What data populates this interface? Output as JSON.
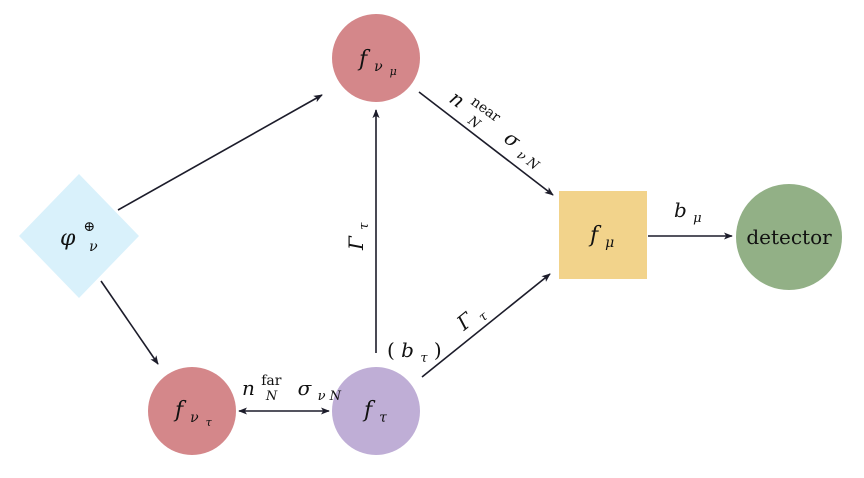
{
  "colors": {
    "flux_node": "#d9f1fb",
    "f_nu_mu": "#d4878a",
    "f_nu_tau": "#d4878a",
    "f_tau": "#bfaed6",
    "f_mu": "#f2d38b",
    "detector": "#92b086",
    "arrow": "#1c1c2a"
  },
  "nodes": {
    "phi": {
      "base": "φ",
      "sup": "⊕",
      "sub": "ν",
      "shape": "diamond"
    },
    "f_nu_mu": {
      "base": "f",
      "sub": "ν",
      "subsub": "μ",
      "shape": "circle"
    },
    "f_nu_tau": {
      "base": "f",
      "sub": "ν",
      "subsub": "τ",
      "shape": "circle"
    },
    "f_tau": {
      "base": "f",
      "sub": "τ",
      "shape": "circle"
    },
    "f_mu": {
      "base": "f",
      "sub": "μ",
      "shape": "square"
    },
    "detector": {
      "label": "detector",
      "shape": "circle"
    }
  },
  "edges": {
    "near": {
      "n": "n",
      "n_sup": "near",
      "n_sub": "N",
      "sigma": "σ",
      "sigma_sub": "ν N"
    },
    "far": {
      "n": "n",
      "n_sup": "far",
      "n_sub": "N",
      "sigma": "σ",
      "sigma_sub": "ν N"
    },
    "gamma_vertical": {
      "base": "Γ",
      "sub": "τ"
    },
    "gamma_diagonal": {
      "base": "Γ",
      "sub": "τ"
    },
    "b_tau": {
      "open": "(",
      "base": "b",
      "sub": "τ",
      "close": ")"
    },
    "b_mu": {
      "base": "b",
      "sub": "μ"
    }
  }
}
